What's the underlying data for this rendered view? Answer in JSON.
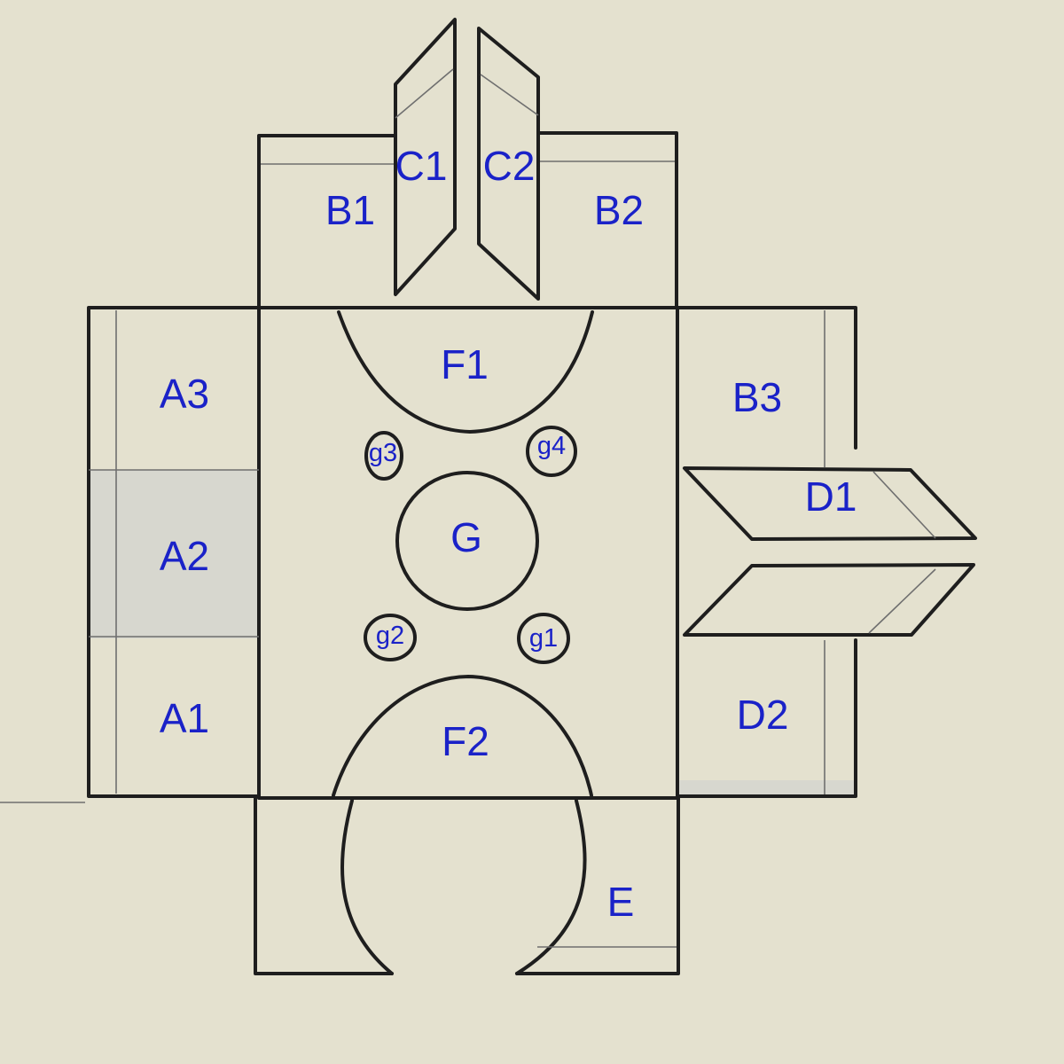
{
  "labels": {
    "A1": "A1",
    "A2": "A2",
    "A3": "A3",
    "B1": "B1",
    "B2": "B2",
    "B3": "B3",
    "C1": "C1",
    "C2": "C2",
    "D1": "D1",
    "D2": "D2",
    "E": "E",
    "F1": "F1",
    "F2": "F2",
    "G": "G",
    "g1": "g1",
    "g2": "g2",
    "g3": "g3",
    "g4": "g4"
  },
  "colors": {
    "background": "#e4e1cf",
    "line": "#1e1e1e",
    "label": "#1a22c8"
  }
}
